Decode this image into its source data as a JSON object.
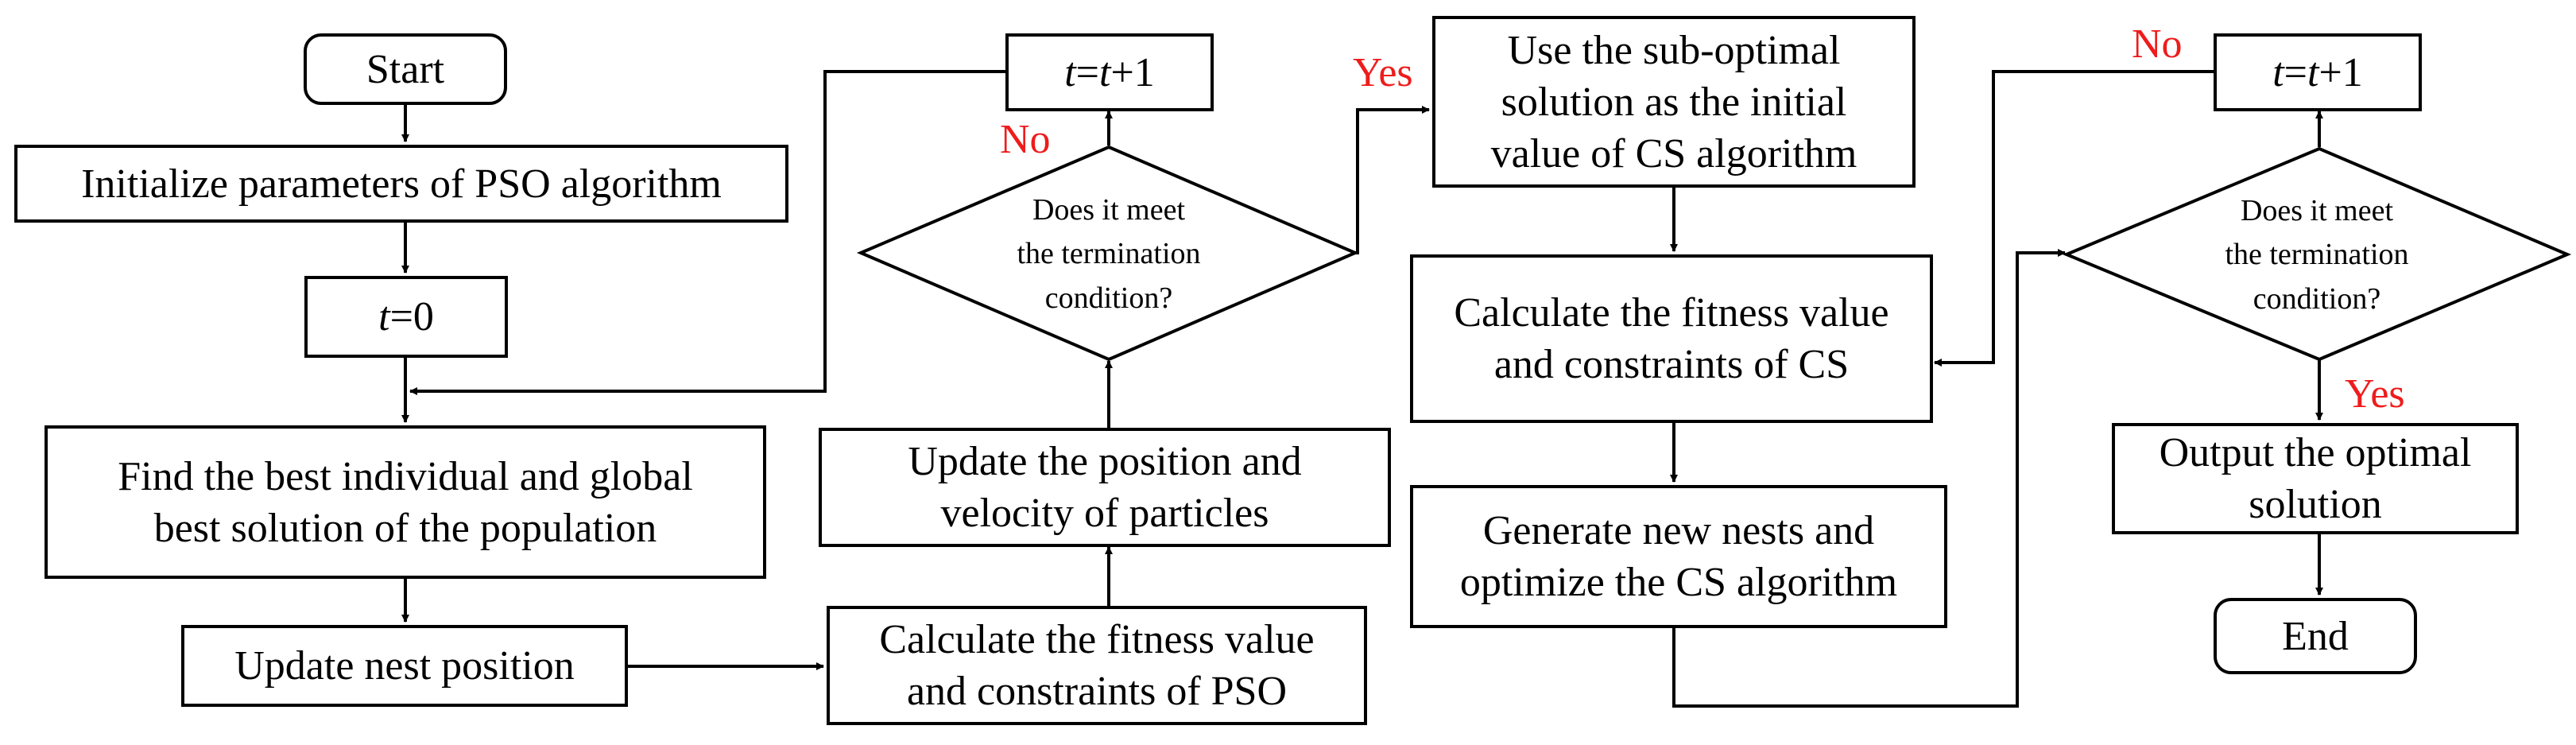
{
  "nodes": {
    "start": "Start",
    "init_pso": "Initialize parameters of PSO algorithm",
    "t0_var": "t",
    "t0_rest": "=0",
    "find_best": "Find the best individual and global\nbest solution of the population",
    "update_nest": "Update nest position",
    "calc_pso": "Calculate the fitness value\nand constraints of PSO",
    "update_pos": "Update the position and\nvelocity of particles",
    "term1": "Does it meet\nthe termination\ncondition?",
    "incr1_a": "t",
    "incr1_b": "=",
    "incr1_c": "t",
    "incr1_d": "+1",
    "use_subopt": "Use the sub-optimal\nsolution as the initial\nvalue of CS algorithm",
    "calc_cs": "Calculate the fitness value\nand constraints of CS",
    "gen_nests": "Generate new nests and\noptimize the CS algorithm",
    "term2": "Does it meet\nthe termination\ncondition?",
    "incr2_a": "t",
    "incr2_b": "=",
    "incr2_c": "t",
    "incr2_d": "+1",
    "output": "Output the optimal\nsolution",
    "end": "End"
  },
  "labels": {
    "no1": "No",
    "yes1": "Yes",
    "no2": "No",
    "yes2": "Yes"
  },
  "colors": {
    "line": "#000000",
    "label": "#ee1c1c"
  }
}
